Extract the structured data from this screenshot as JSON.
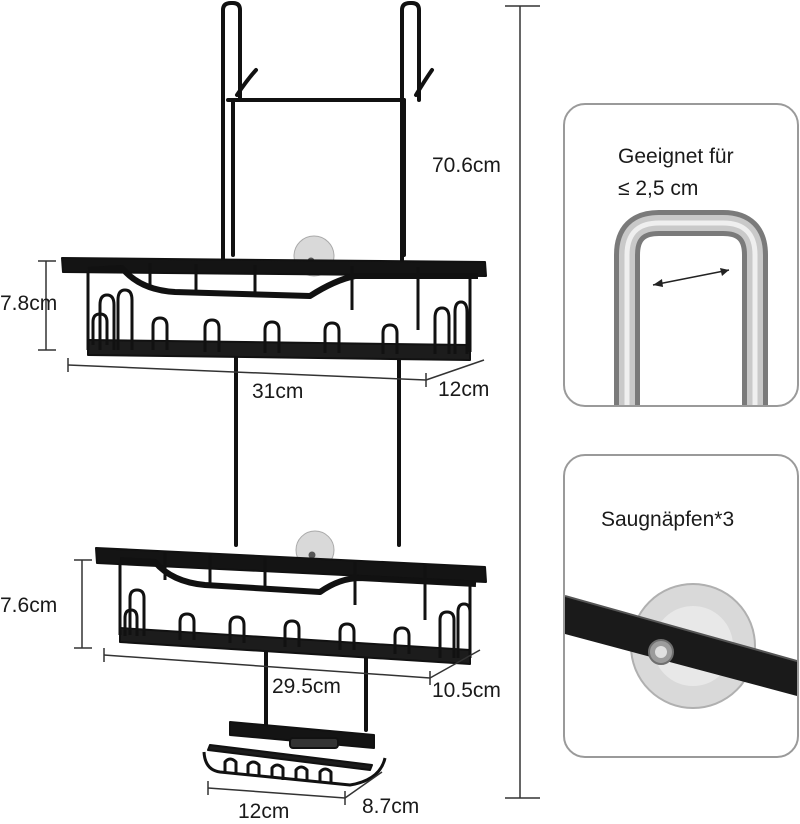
{
  "product": {
    "dimensions": {
      "total_height": "70.6cm",
      "top_basket_height": "7.8cm",
      "top_basket_width": "31cm",
      "top_basket_depth": "12cm",
      "middle_basket_height": "7.6cm",
      "middle_basket_width": "29.5cm",
      "middle_basket_depth": "10.5cm",
      "soap_dish_width": "12cm",
      "soap_dish_depth": "8.7cm"
    }
  },
  "detail_panels": {
    "door_fit": {
      "title_line1": "Geeignet für",
      "title_line2": "≤ 2,5 cm"
    },
    "suction_cups": {
      "title": "Saugnäpfen*3"
    }
  },
  "colors": {
    "metal": "#111111",
    "panel_border": "#9a9a9a",
    "chrome": "#b8b8b8",
    "suction_cup": "#d9d9d9"
  }
}
